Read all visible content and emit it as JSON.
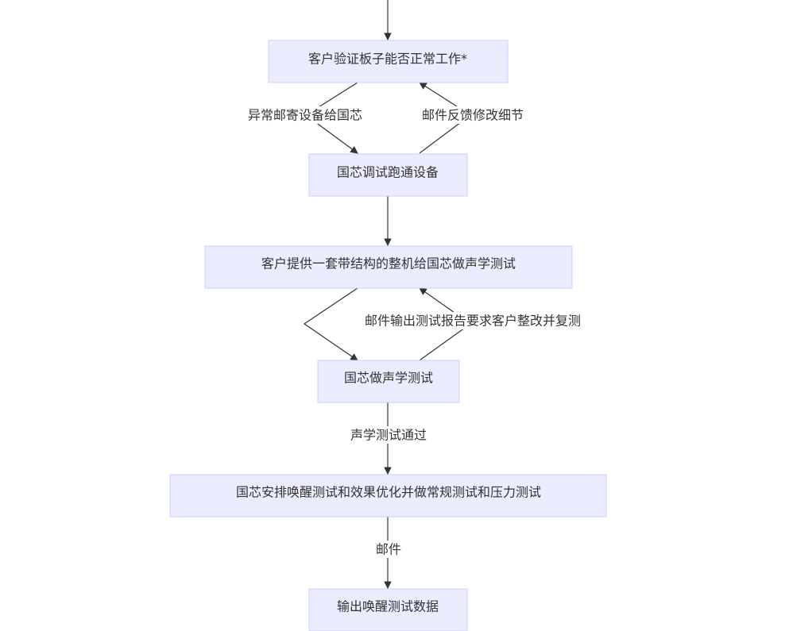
{
  "flowchart": {
    "nodes": {
      "verify_board": "客户验证板子能否正常工作*",
      "debug_device": "国芯调试跑通设备",
      "provide_machine": "客户提供一套带结构的整机给国芯做声学测试",
      "acoustic_test": "国芯做声学测试",
      "wakeup_optimize": "国芯安排唤醒测试和效果优化并做常规测试和压力测试",
      "output_data": "输出唤醒测试数据"
    },
    "edges": {
      "abnormal_mail": "异常邮寄设备给国芯",
      "mail_feedback": "邮件反馈修改细节",
      "mail_report": "邮件输出测试报告要求客户整改并复测",
      "test_pass": "声学测试通过",
      "mail": "邮件"
    }
  }
}
